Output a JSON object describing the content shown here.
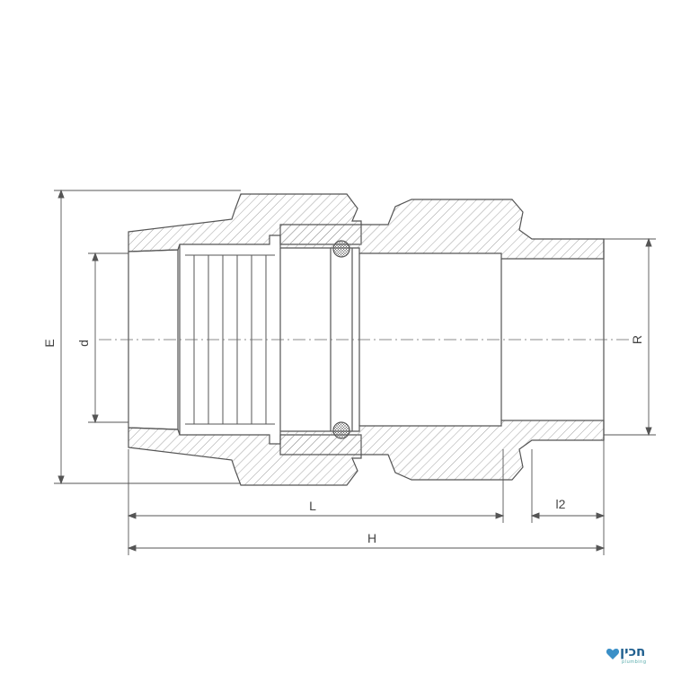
{
  "drawing": {
    "labels": {
      "E": "E",
      "d": "d",
      "R": "R",
      "L": "L",
      "H": "H",
      "l2": "l2"
    }
  },
  "logo": {
    "text": "חכין",
    "subtext": "plumbing",
    "color": "#1f5f8f"
  },
  "colors": {
    "line": "#555555",
    "hatch": "#888888",
    "centerline": "#666666"
  }
}
